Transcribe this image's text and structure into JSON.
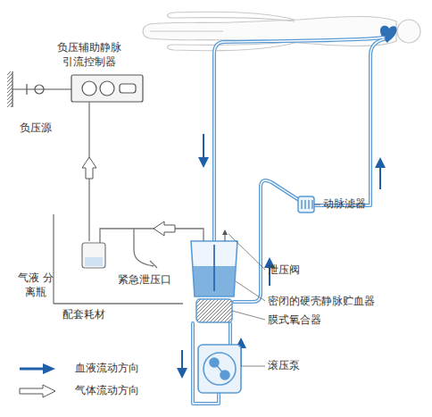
{
  "diagram": {
    "labels": [
      "负压辅助静脉 引流控制器",
      "负压源",
      "动脉滤器",
      "泄压阀",
      "气液 分离瓶",
      "紧急泄压口",
      "密闭的硬壳静脉贮血器",
      "配套耗材",
      "膜式氧合器",
      "滚压泵"
    ],
    "legend": [
      {
        "text": "血液流动方向"
      },
      {
        "text": "气体流动方向"
      }
    ]
  }
}
